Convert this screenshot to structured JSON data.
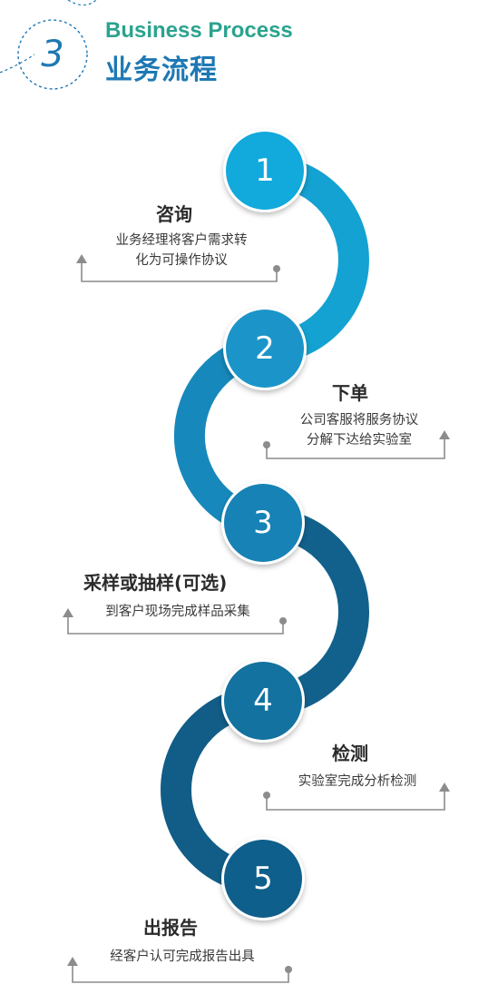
{
  "header": {
    "number": "3",
    "title_en": "Business Process",
    "title_cn": "业务流程"
  },
  "steps": [
    {
      "num": "1",
      "title": "咨询",
      "desc": [
        "业务经理将客户需求转",
        "化为可操作协议"
      ]
    },
    {
      "num": "2",
      "title": "下单",
      "desc": [
        "公司客服将服务协议",
        "分解下达给实验室"
      ]
    },
    {
      "num": "3",
      "title": "采样或抽样(可选)",
      "desc": [
        "到客户现场完成样品采集"
      ]
    },
    {
      "num": "4",
      "title": "检测",
      "desc": [
        "实验室完成分析检测"
      ]
    },
    {
      "num": "5",
      "title": "出报告",
      "desc": [
        "经客户认可完成报告出具"
      ]
    }
  ],
  "colors": {
    "step1": "#12a9dc",
    "step2": "#1b95c9",
    "step3": "#1682b5",
    "step4": "#13729f",
    "step5": "#0f5f8c",
    "accent_green": "#2aa38e",
    "accent_blue": "#1e78b4",
    "connector": "#8c8c8c"
  }
}
